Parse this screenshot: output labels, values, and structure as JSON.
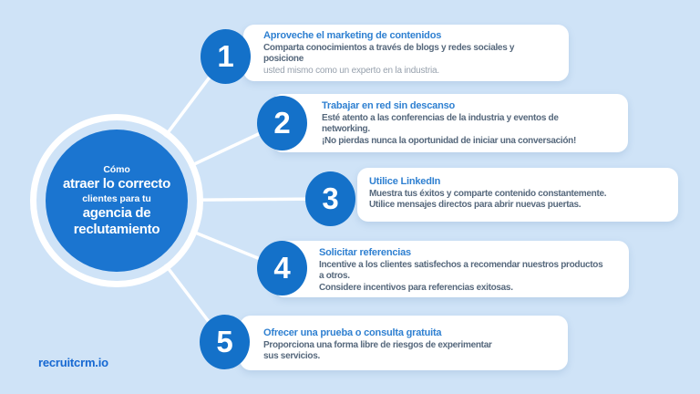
{
  "hub": {
    "line1": "Cómo",
    "line2": "atraer lo correcto",
    "line3": "clientes para tu",
    "line4": "agencia de",
    "line5": "reclutamiento"
  },
  "items": [
    {
      "number": "1",
      "title": "Aproveche el marketing de contenidos",
      "body": "Comparta conocimientos a través de blogs y redes sociales y\nposicione",
      "note": "usted mismo como un experto en la industria."
    },
    {
      "number": "2",
      "title": "Trabajar en red sin descanso",
      "body": "Esté atento a las conferencias de la industria y eventos de\nnetworking.\n¡No pierdas nunca la oportunidad de iniciar una conversación!"
    },
    {
      "number": "3",
      "title": "Utilice LinkedIn",
      "body": "Muestra tus éxitos y comparte contenido constantemente.\nUtilice mensajes directos para abrir nuevas puertas."
    },
    {
      "number": "4",
      "title": "Solicitar referencias",
      "body": "Incentive a los clientes satisfechos a recomendar nuestros productos\na otros.\nConsidere incentivos para referencias exitosas."
    },
    {
      "number": "5",
      "title": "Ofrecer una prueba o consulta gratuita",
      "body": "Proporciona una forma libre de riesgos de experimentar\nsus servicios."
    }
  ],
  "footer": {
    "logo": "recruitcrm.io"
  },
  "colors": {
    "background": "#cfe3f7",
    "hub_blue": "#1b75d0",
    "number_blue": "#1471c9",
    "title_blue": "#2f80d1",
    "body_gray": "#56687c",
    "note_gray": "#97a1ad",
    "card_white": "#ffffff",
    "logo_blue": "#1668d2"
  }
}
